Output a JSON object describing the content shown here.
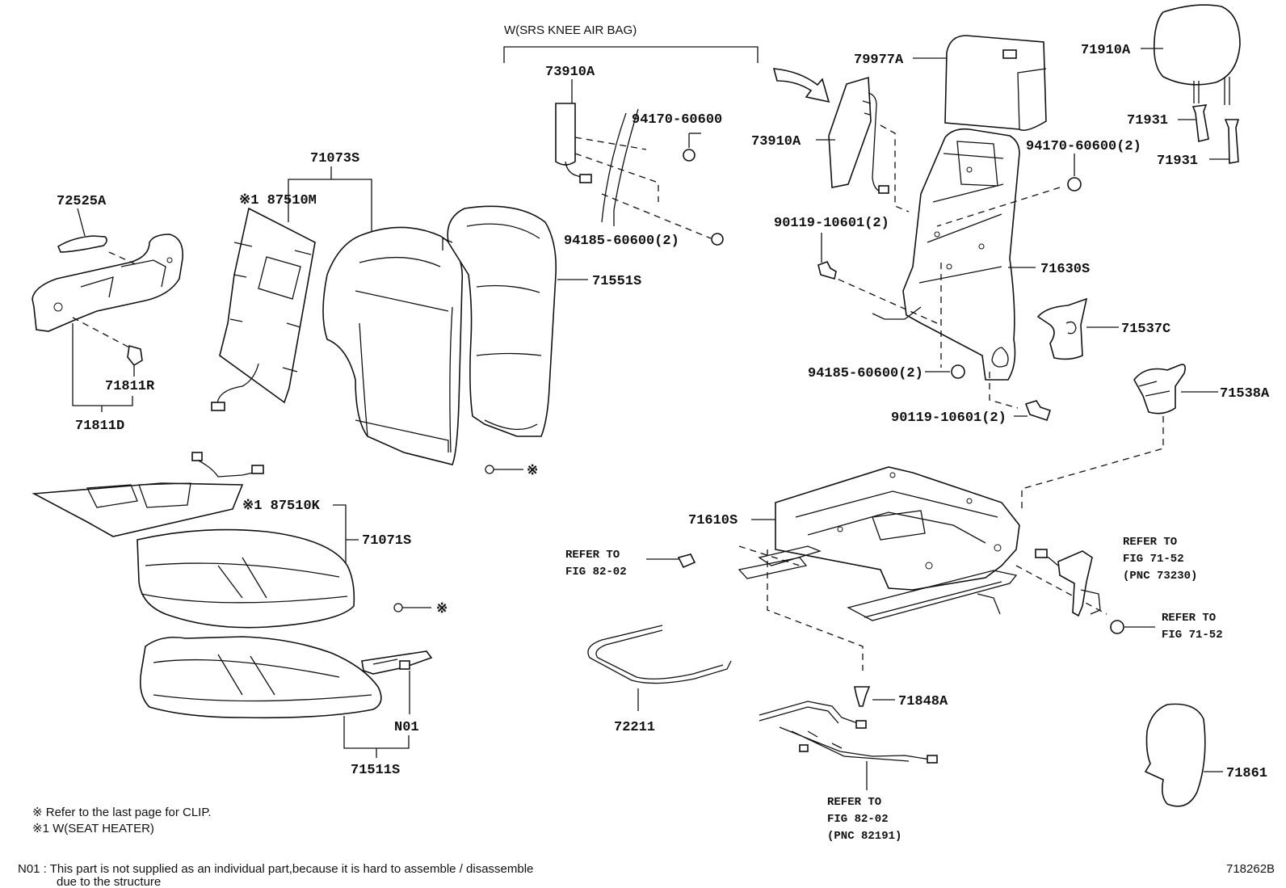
{
  "diagram_id": "718262B",
  "header": {
    "knee_airbag_group": "W(SRS KNEE AIR BAG)"
  },
  "parts": {
    "p73910A_left": "73910A",
    "p73910A_right": "73910A",
    "p94170_left": "94170-60600",
    "p94170_right": "94170-60600(2)",
    "p94185_top": "94185-60600(2)",
    "p94185_bottom": "94185-60600(2)",
    "p90119_top": "90119-10601(2)",
    "p90119_bottom": "90119-10601(2)",
    "p79977A": "79977A",
    "p71910A": "71910A",
    "p71931_a": "71931",
    "p71931_b": "71931",
    "p71630S": "71630S",
    "p71537C": "71537C",
    "p71538A": "71538A",
    "p71073S": "71073S",
    "p187510M": "※1 87510M",
    "p72525A": "72525A",
    "p71551S": "71551S",
    "p71811R": "71811R",
    "p71811D": "71811D",
    "p87510K": "※1 87510K",
    "p71071S": "71071S",
    "p71610S": "71610S",
    "p72211": "72211",
    "p71848A": "71848A",
    "pN01": "N01",
    "p71511S": "71511S",
    "p71861": "71861",
    "clip_mark_a": "※",
    "clip_mark_b": "※"
  },
  "refs": {
    "ref_82_02_a": [
      "REFER TO",
      "FIG 82-02"
    ],
    "ref_71_52_a": [
      "REFER TO",
      "FIG 71-52",
      "(PNC 73230)"
    ],
    "ref_71_52_b": [
      "REFER TO",
      "FIG 71-52"
    ],
    "ref_82_02_b": [
      "REFER TO",
      "FIG 82-02",
      "(PNC 82191)"
    ]
  },
  "notes": {
    "clip_note": "※  Refer to the last page for CLIP.",
    "heater_note": "※1 W(SEAT HEATER)",
    "n01_line1": "N01 : This part is not supplied as an individual part,because it is hard to assemble / disassemble",
    "n01_line2": "due to the structure"
  }
}
